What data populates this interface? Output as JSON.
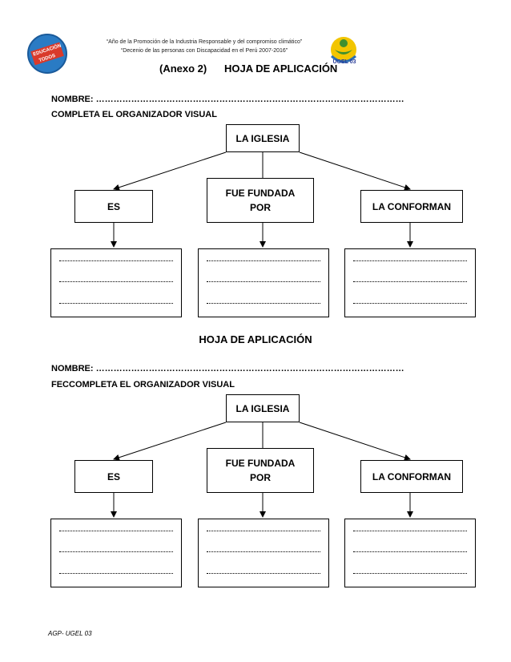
{
  "header": {
    "line1": "“Año de la Promoción de la Industria Responsable  y del compromiso climático”",
    "line2": "“Decenio de las personas con Discapacidad en el Perú 2007-2016”",
    "logo_left_text": [
      "EDUCACIÓN",
      "TODOS"
    ],
    "logo_right_text": "UGEL 03"
  },
  "section1": {
    "title_prefix": "(Anexo 2)",
    "title": "HOJA DE APLICACIÓN",
    "name_line": "NOMBRE: ……………………………………………………………………………………………",
    "instruction": "COMPLETA EL ORGANIZADOR VISUAL"
  },
  "section2": {
    "title": "HOJA DE APLICACIÓN",
    "name_line": "NOMBRE: ……………………………………………………………………………………………",
    "instruction": "FECCOMPLETA EL ORGANIZADOR VISUAL"
  },
  "organizer": {
    "root": "LA IGLESIA",
    "branches": [
      "ES",
      "FUE FUNDADA POR",
      "LA CONFORMAN"
    ]
  },
  "footer": "AGP- UGEL 03"
}
